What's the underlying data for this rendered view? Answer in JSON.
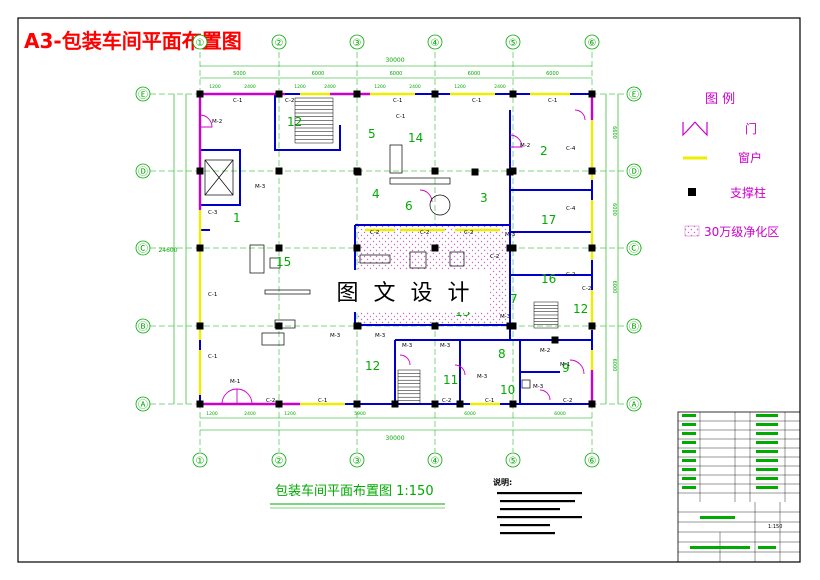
{
  "title": "A3-包装车间平面布置图",
  "subtitle": "包装车间平面布置图 1:150",
  "watermark": "图 文 设 计",
  "colors": {
    "wall": "#0000cc",
    "dim": "#00aa00",
    "axis": "#00aa00",
    "door": "#cc00cc",
    "window": "#eeee00",
    "column": "#000000",
    "clean": "#cc66cc",
    "text": "#000000",
    "title": "#ff0000",
    "frame": "#000000",
    "legend": "#cc00cc",
    "room": "#00aa00"
  },
  "axes_top": [
    "①",
    "②",
    "③",
    "④",
    "⑤",
    "⑥"
  ],
  "axes_left": [
    "Ⓔ",
    "Ⓓ",
    "Ⓒ",
    "Ⓑ",
    "Ⓐ"
  ],
  "dims_top": [
    "5000",
    "6000",
    "6000",
    "6000",
    "6000"
  ],
  "dims_top_sub": [
    "1200",
    "2400",
    "1200",
    "2400",
    "1200",
    "2400",
    "1200",
    "2400"
  ],
  "dims_bottom": [
    "1200",
    "2400",
    "1200",
    "5900",
    "6000",
    "6000"
  ],
  "overall_top": "30000",
  "overall_bottom": "30000",
  "overall_side": "24600",
  "dims_right": [
    "6600",
    "6000",
    "6000",
    "6000"
  ],
  "door_labels": [
    "M-1",
    "M-2",
    "M-3"
  ],
  "window_labels": [
    "C-1",
    "C-2",
    "C-3",
    "C-4"
  ],
  "room_numbers": [
    "1",
    "2",
    "3",
    "4",
    "5",
    "6",
    "7",
    "8",
    "9",
    "10",
    "11",
    "12",
    "13",
    "14",
    "15",
    "16",
    "17"
  ],
  "legend": {
    "title": "图 例",
    "items": [
      {
        "label": "门",
        "icon": "door-symbol"
      },
      {
        "label": "窗户",
        "icon": "window-line"
      },
      {
        "label": "支撑柱",
        "icon": "column-square"
      },
      {
        "label": "30万级净化区",
        "icon": "clean-area-hatch"
      }
    ]
  },
  "notes_title": "说明:",
  "title_block": {
    "scale": "1:150"
  }
}
